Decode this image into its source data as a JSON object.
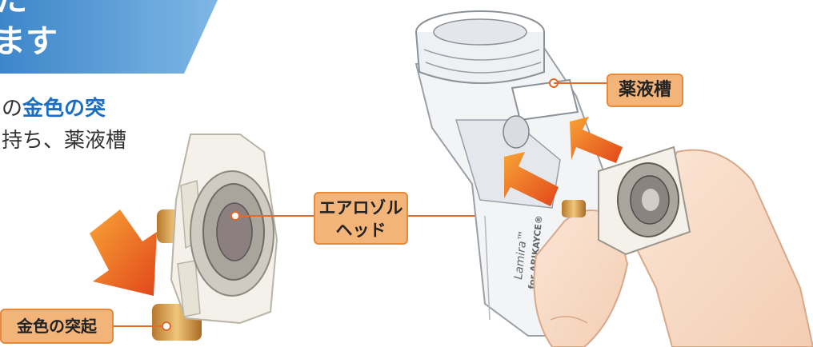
{
  "banner": {
    "line1": "た",
    "line2": "ます",
    "color_start": "#3d86c9",
    "color_end": "#7fb7e6"
  },
  "body_text": {
    "line1_pre": "の",
    "line1_highlight": "金色の突",
    "line2": "持ち、薬液槽"
  },
  "labels": {
    "medicine_tank": "薬液槽",
    "aerosol_head_line1": "エアロゾル",
    "aerosol_head_line2": "ヘッド",
    "gold_protrusion": "金色の突起"
  },
  "device_text": {
    "brand": "Lamira™",
    "brand_sub": "for ARIKAYCE®"
  },
  "colors": {
    "label_fill": "#f3b47a",
    "label_border": "#e58a3a",
    "leader_line": "#e06a2a",
    "arrow_orange": "#f07a25",
    "highlight_blue": "#1a6fc4"
  }
}
